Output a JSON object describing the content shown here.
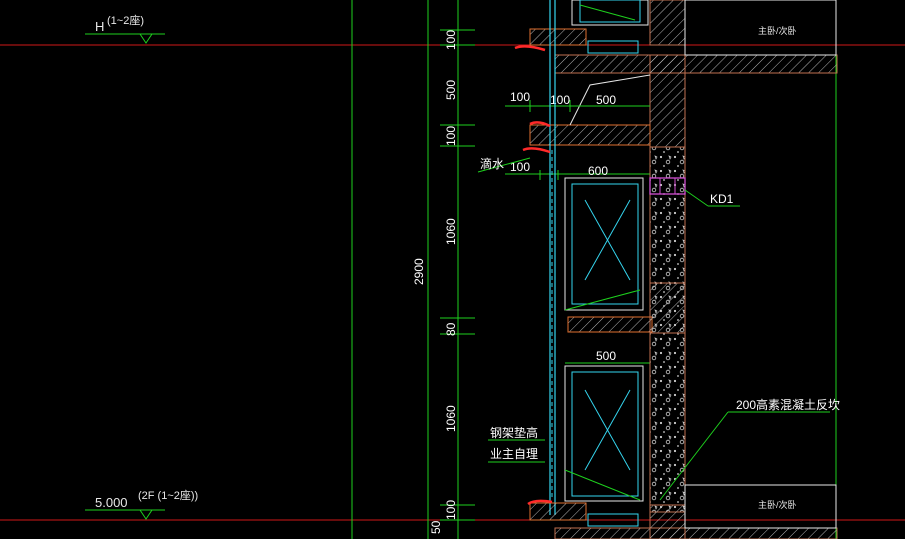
{
  "levels": {
    "top_label": "H",
    "top_sub": "(1~2座)",
    "bottom_label": "5.000",
    "bottom_sub": "(2F (1~2座))"
  },
  "dimensions": {
    "total": "2900",
    "segments": [
      "100",
      "500",
      "100",
      "1060",
      "80",
      "1060",
      "100",
      "50"
    ],
    "horizontal": {
      "d100a": "100",
      "d100b": "100",
      "d500a": "500",
      "d100c": "100",
      "d600": "600",
      "d500b": "500"
    }
  },
  "labels": {
    "drip": "滴水",
    "kd": "KD1",
    "concrete": "200高素混凝土反坎",
    "steel1": "钢架垫高",
    "steel2": "业主自理",
    "room_top": "主卧/次卧",
    "room_bottom": "主卧/次卧"
  },
  "colors": {
    "background": "#000000",
    "red_line": "#ff2a2a",
    "green_line": "#1ed01e",
    "white_line": "#e8e8e8",
    "cyan": "#35d6f0",
    "magenta": "#d24fd2",
    "brown": "#c07050",
    "orange": "#e07030"
  }
}
